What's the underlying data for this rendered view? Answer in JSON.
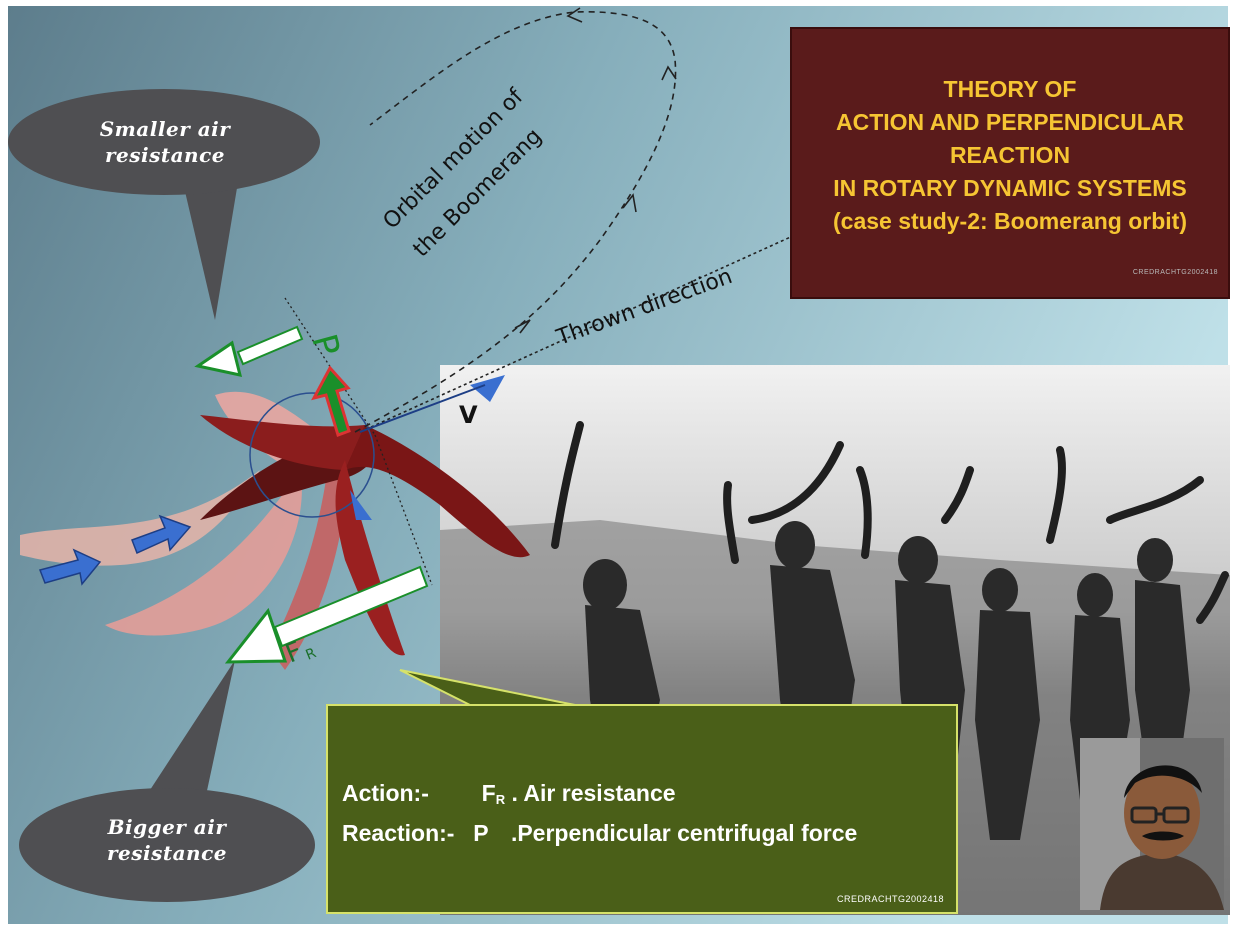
{
  "title": {
    "lines": [
      "THEORY OF",
      "ACTION AND PERPENDICULAR",
      "REACTION",
      "IN  ROTARY DYNAMIC SYSTEMS",
      "(case study-2: Boomerang orbit)"
    ],
    "credit": "CREDRACHTG2002418"
  },
  "bubbles": {
    "smaller": [
      "Smaller air",
      "resistance"
    ],
    "bigger": [
      "Bigger air",
      "resistance"
    ]
  },
  "labels": {
    "orbital": [
      "Orbital motion of",
      "the Boomerang"
    ],
    "thrown": "Thrown direction",
    "p": "P",
    "v": "V",
    "fr_main": "F",
    "fr_sub": "R"
  },
  "info": {
    "action_label": "Action:-",
    "action_symbol": "F",
    "action_symbol_sub": "R",
    "action_text": ". Air resistance",
    "reaction_label": "Reaction:-",
    "reaction_symbol": "P",
    "reaction_text": ".Perpendicular  centrifugal force",
    "credit": "CREDRACHTG2002418"
  },
  "colors": {
    "title_bg": "#5a1b1b",
    "title_text": "#f6c533",
    "info_bg": "#4a5f18",
    "info_border": "#d6e26a",
    "bubble": "#4f4f52",
    "boomerang_dark": "#5c1313",
    "boomerang_mid": "#8b1d1d",
    "boomerang_light": "#e7a9a6",
    "arrow_green": "#1a8f2a",
    "arrow_blue": "#3a6fd0"
  }
}
